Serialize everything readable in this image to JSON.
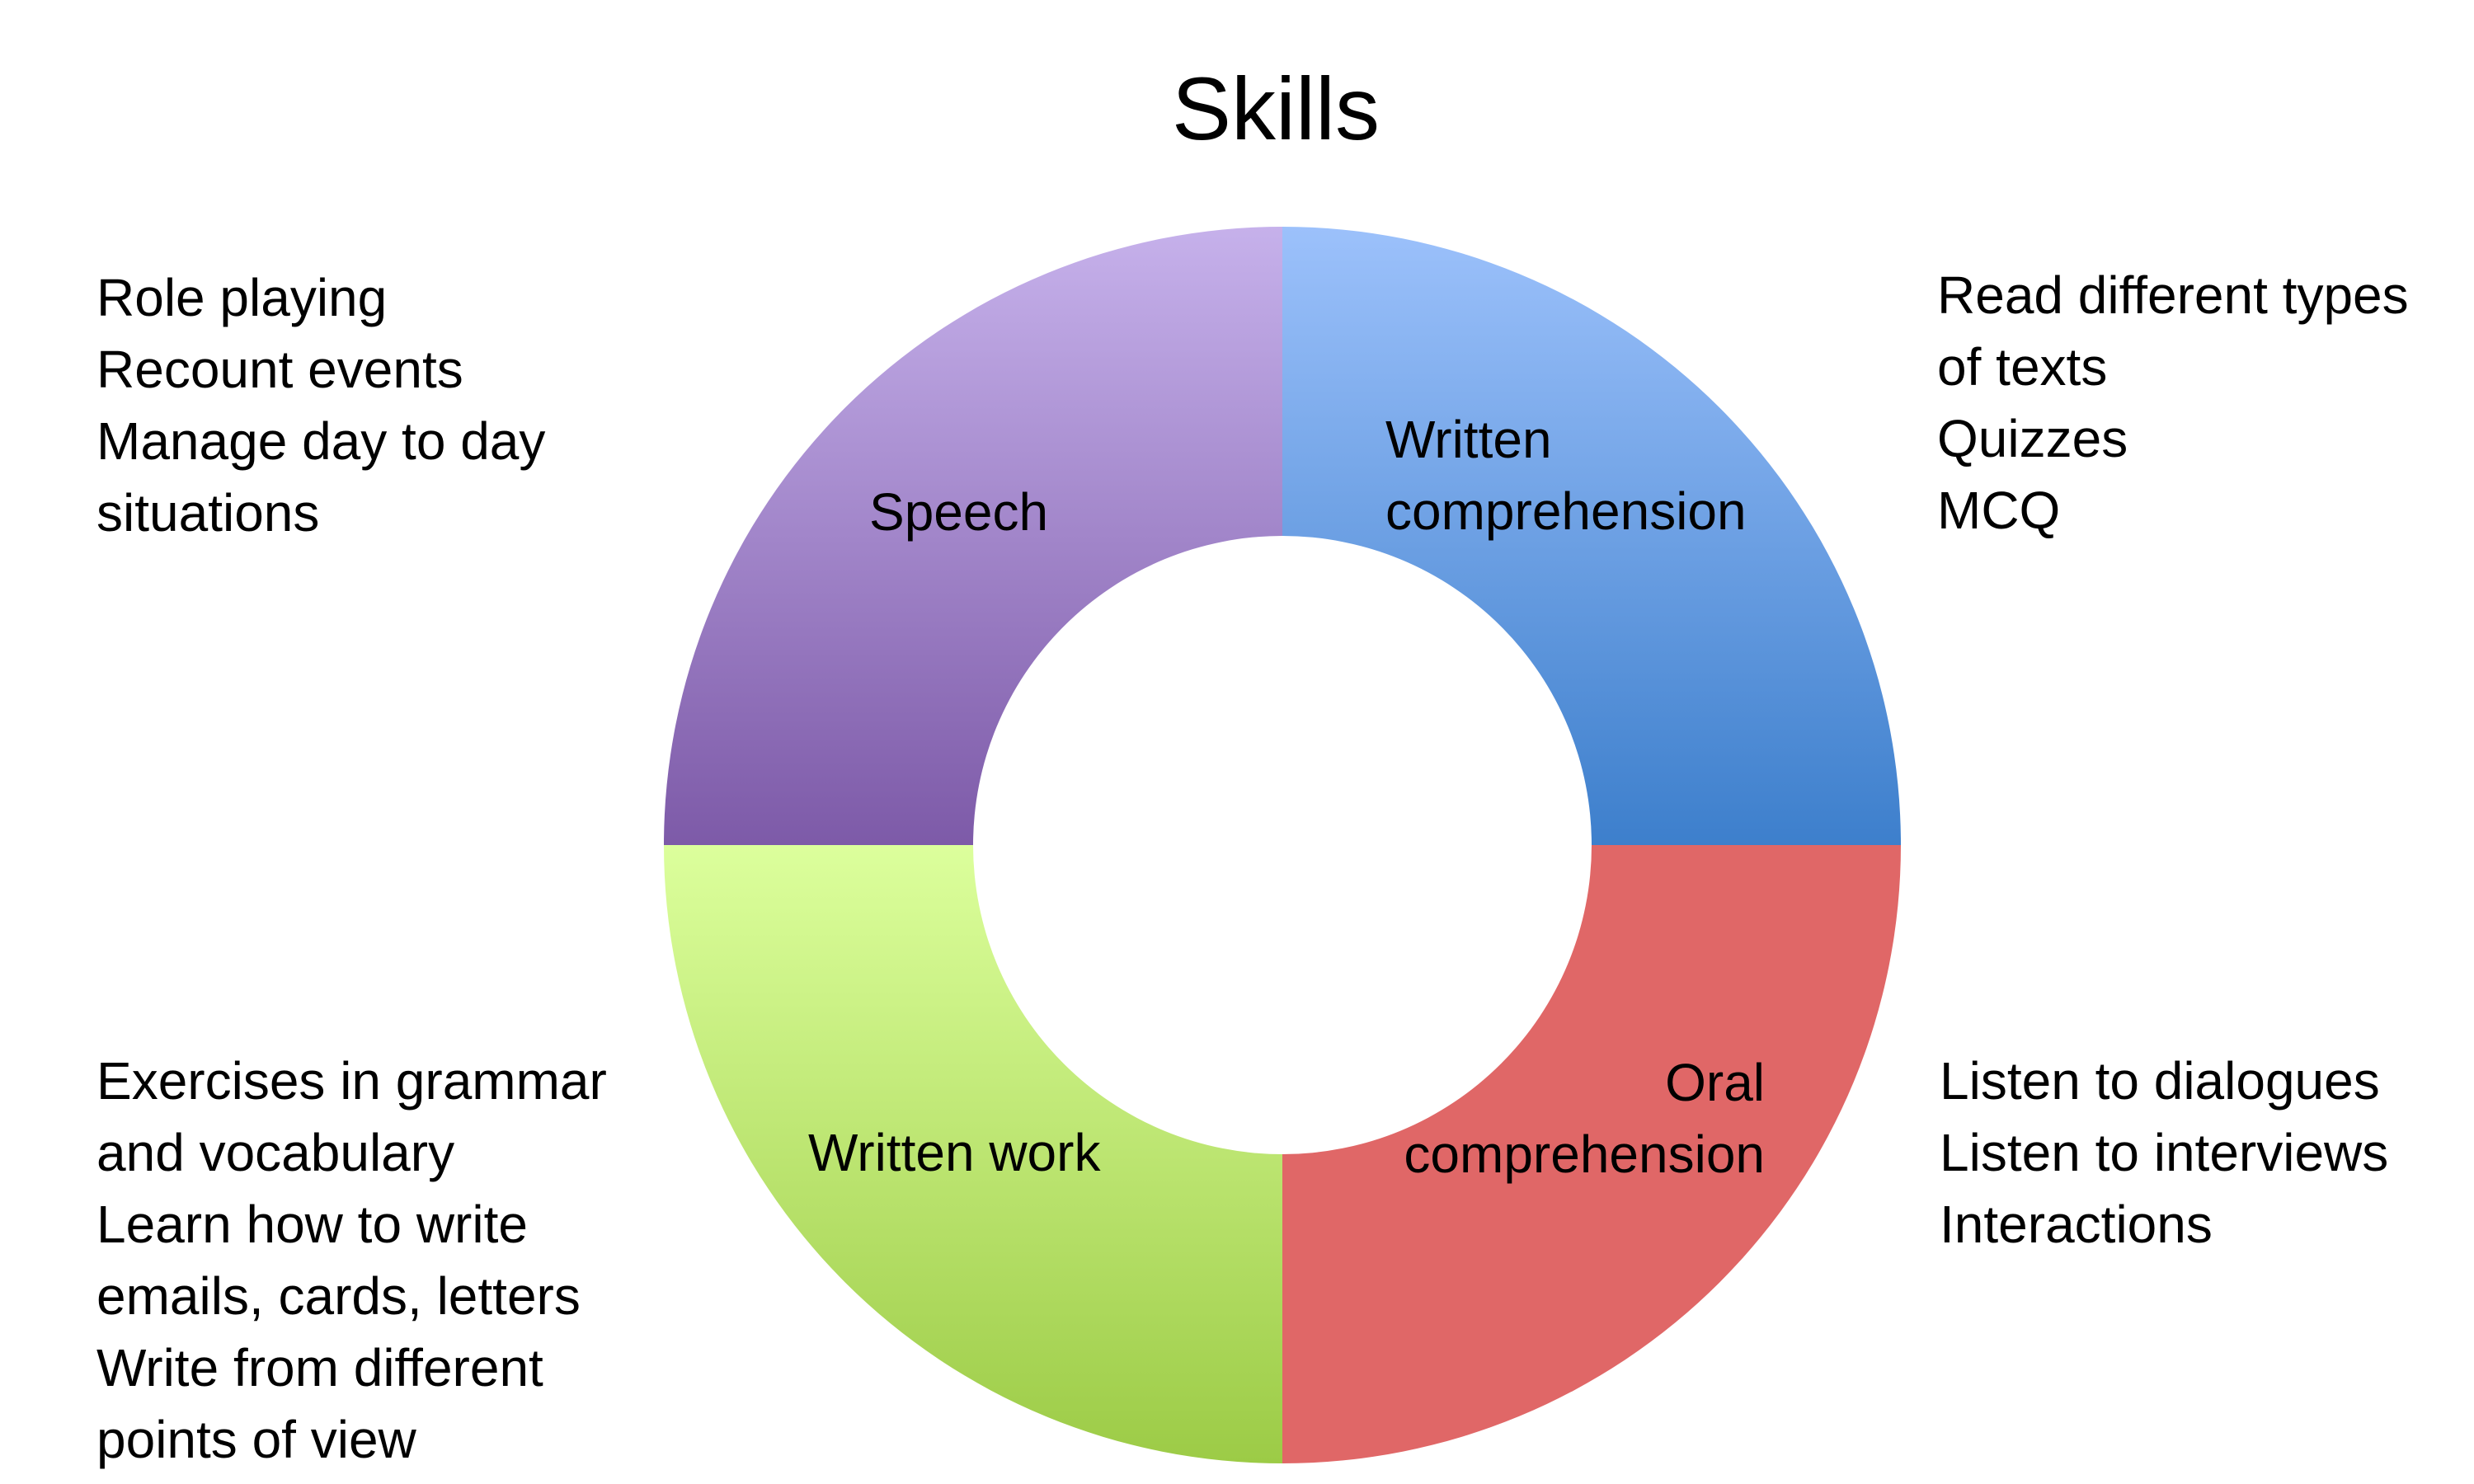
{
  "title": "Skills",
  "colors": {
    "speech_top": "#c6b1eb",
    "speech_bottom": "#7d5aa8",
    "written_comprehension_top": "#9cc1fb",
    "written_comprehension_bottom": "#3d7fcc",
    "oral_comprehension": "#e06767",
    "written_work_top": "#dcff9c",
    "written_work_bottom": "#9ccb46"
  },
  "segments": {
    "speech": {
      "label": "Speech",
      "activities": [
        "Role playing",
        "Recount events",
        "Manage day to day",
        "situations"
      ]
    },
    "written_comprehension": {
      "label_lines": [
        "Written",
        "comprehension"
      ],
      "activities": [
        "Read different types",
        "of texts",
        "Quizzes",
        "MCQ"
      ]
    },
    "written_work": {
      "label": "Written work",
      "activities": [
        "Exercises in grammar",
        "and vocabulary",
        "Learn how to write",
        "emails, cards, letters",
        "Write from different",
        "points of view"
      ]
    },
    "oral_comprehension": {
      "label_lines": [
        "Oral",
        "comprehension"
      ],
      "activities": [
        "Listen to dialogues",
        "Listen to interviews",
        "Interactions"
      ]
    }
  }
}
